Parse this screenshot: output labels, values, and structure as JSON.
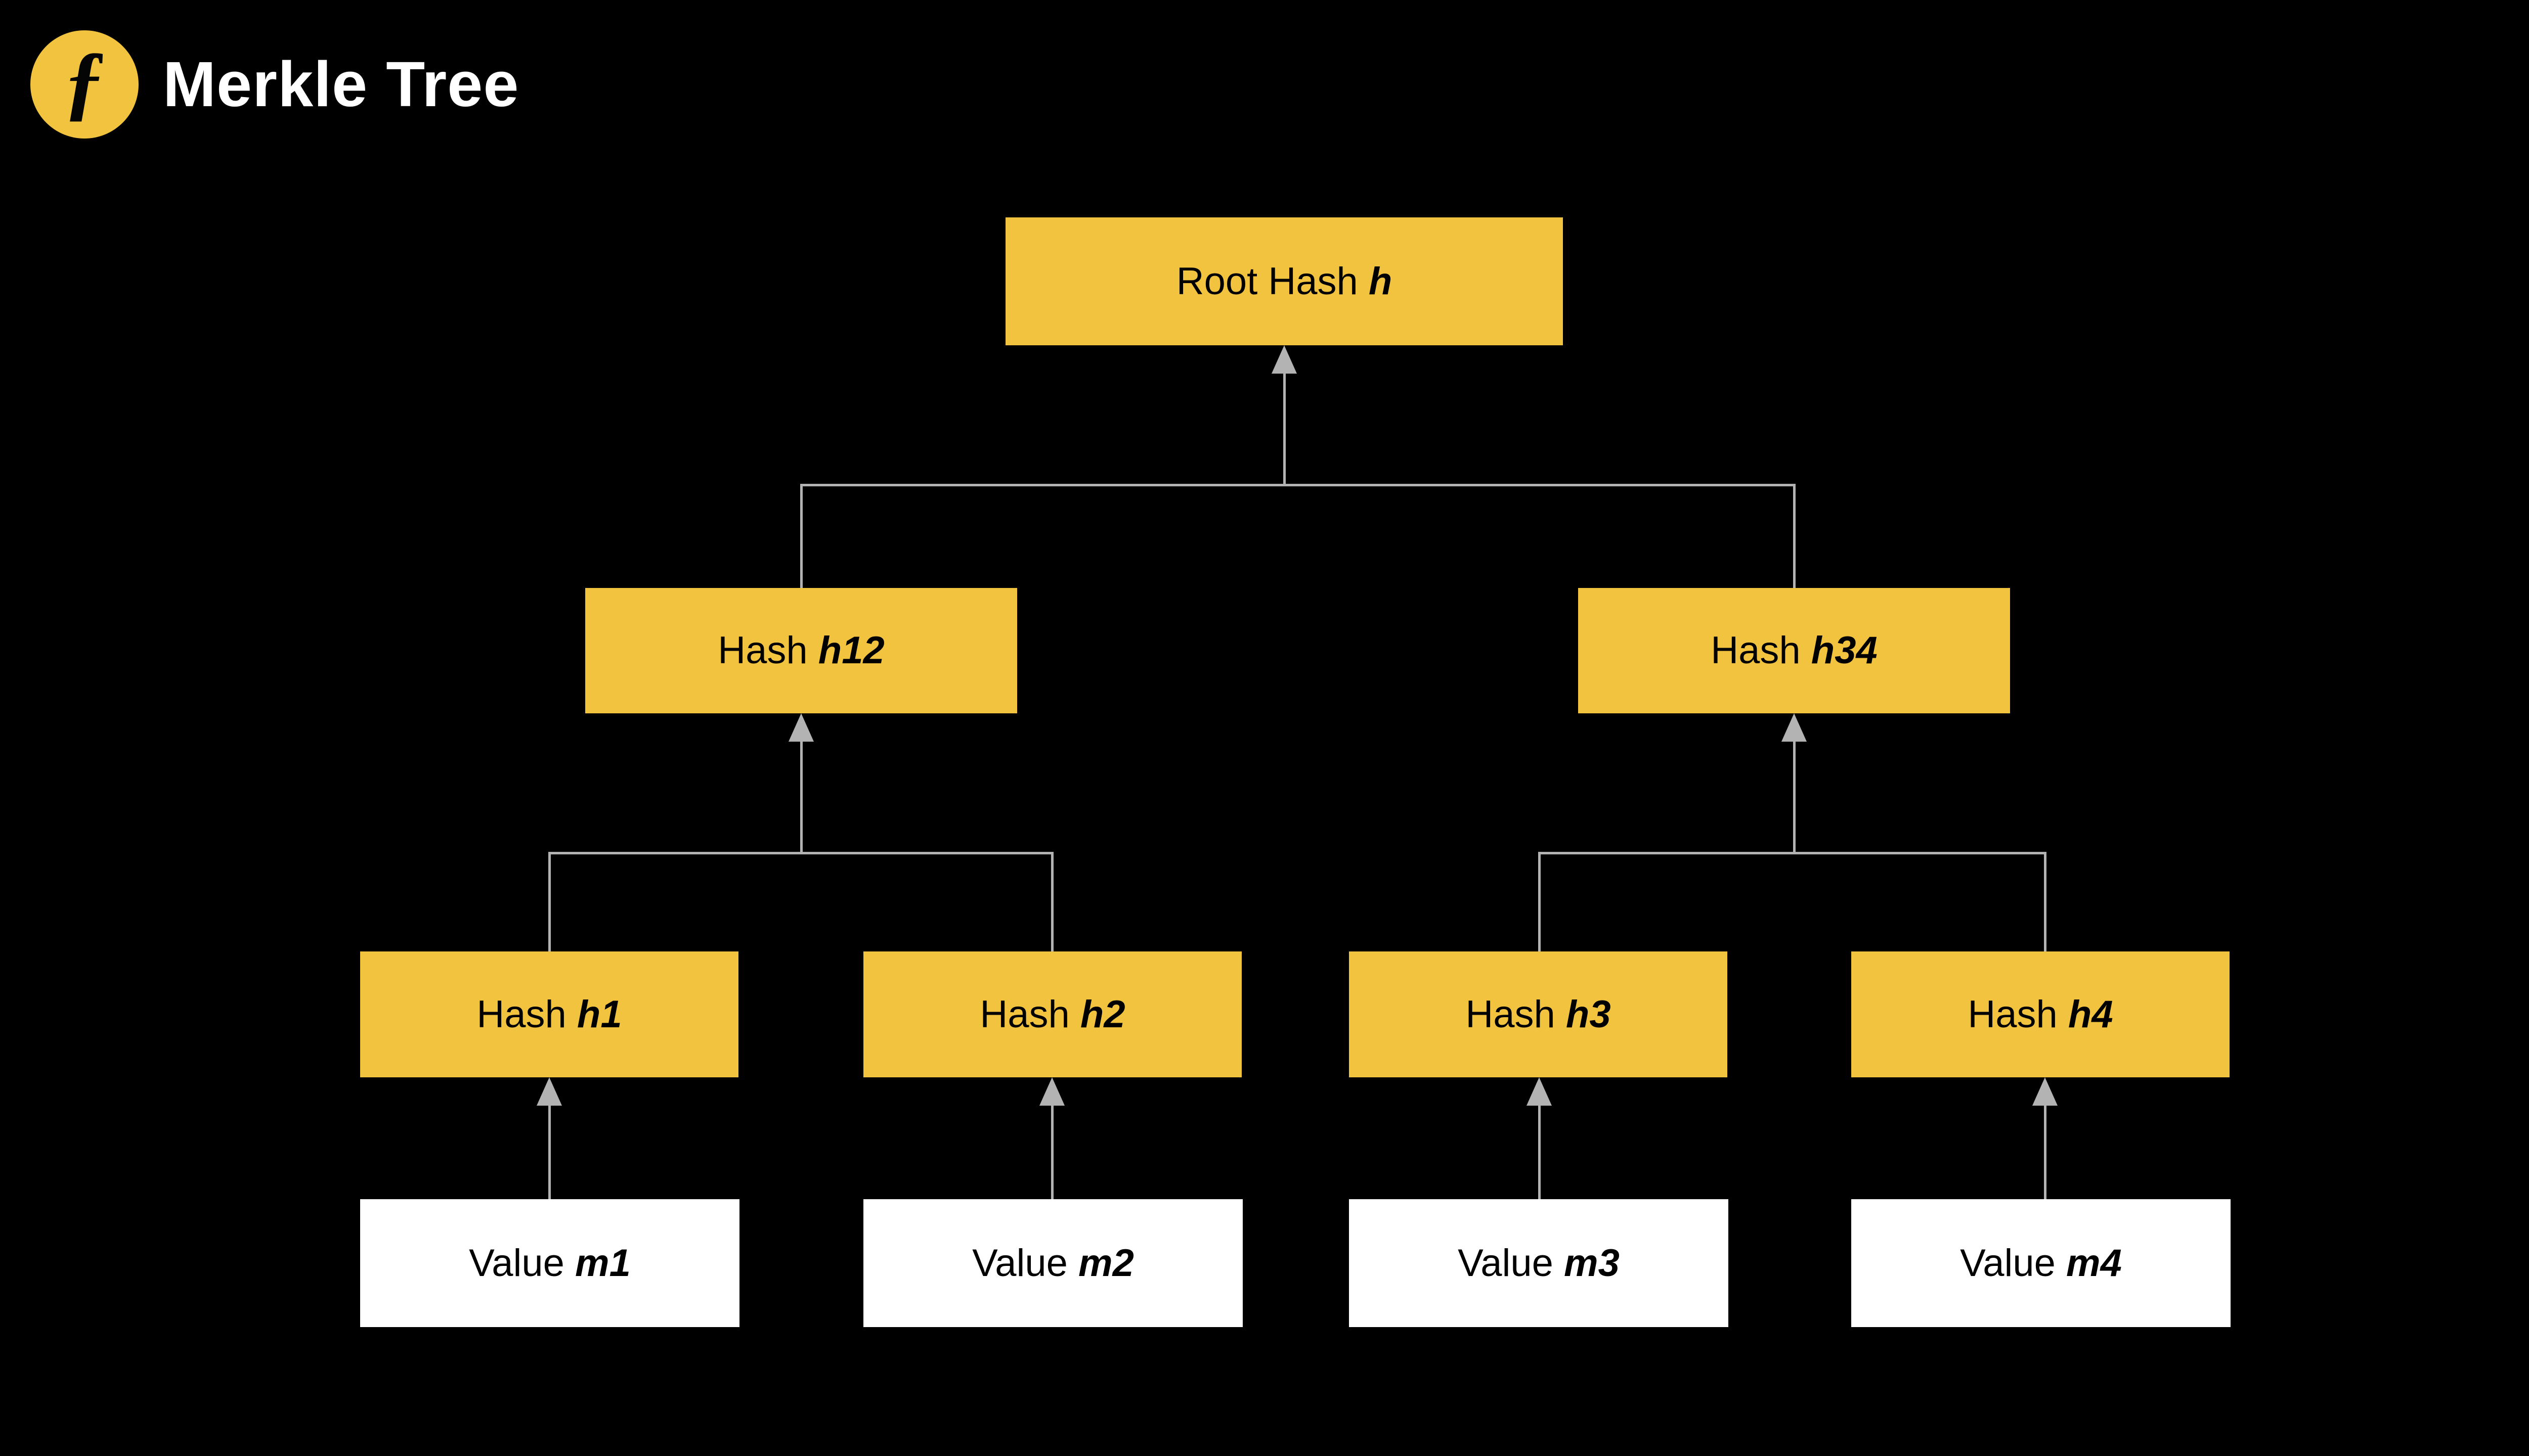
{
  "header": {
    "logo_icon": "filecoin-f-logo-icon",
    "logo_glyph": "ƒ",
    "title": "Merkle Tree"
  },
  "colors": {
    "background": "#000000",
    "node_fill": "#F2C33E",
    "leaf_fill": "#FFFFFF",
    "node_text": "#000000",
    "title_text": "#FFFFFF",
    "connector": "#B3B3B3"
  },
  "diagram": {
    "type": "merkle-tree",
    "levels": [
      {
        "name": "root",
        "nodes": [
          {
            "id": "root",
            "prefix": "Root Hash ",
            "symbol": "h",
            "fill": "gold"
          }
        ]
      },
      {
        "name": "internal",
        "nodes": [
          {
            "id": "h12",
            "prefix": "Hash ",
            "symbol": "h12",
            "fill": "gold"
          },
          {
            "id": "h34",
            "prefix": "Hash ",
            "symbol": "h34",
            "fill": "gold"
          }
        ]
      },
      {
        "name": "leaf-hashes",
        "nodes": [
          {
            "id": "h1",
            "prefix": "Hash ",
            "symbol": "h1",
            "fill": "gold"
          },
          {
            "id": "h2",
            "prefix": "Hash ",
            "symbol": "h2",
            "fill": "gold"
          },
          {
            "id": "h3",
            "prefix": "Hash ",
            "symbol": "h3",
            "fill": "gold"
          },
          {
            "id": "h4",
            "prefix": "Hash ",
            "symbol": "h4",
            "fill": "gold"
          }
        ]
      },
      {
        "name": "values",
        "nodes": [
          {
            "id": "m1",
            "prefix": "Value ",
            "symbol": "m1",
            "fill": "white"
          },
          {
            "id": "m2",
            "prefix": "Value ",
            "symbol": "m2",
            "fill": "white"
          },
          {
            "id": "m3",
            "prefix": "Value ",
            "symbol": "m3",
            "fill": "white"
          },
          {
            "id": "m4",
            "prefix": "Value ",
            "symbol": "m4",
            "fill": "white"
          }
        ]
      }
    ],
    "edges": [
      {
        "from": "h12",
        "to": "root"
      },
      {
        "from": "h34",
        "to": "root"
      },
      {
        "from": "h1",
        "to": "h12"
      },
      {
        "from": "h2",
        "to": "h12"
      },
      {
        "from": "h3",
        "to": "h34"
      },
      {
        "from": "h4",
        "to": "h34"
      },
      {
        "from": "m1",
        "to": "h1"
      },
      {
        "from": "m2",
        "to": "h2"
      },
      {
        "from": "m3",
        "to": "h3"
      },
      {
        "from": "m4",
        "to": "h4"
      }
    ]
  }
}
